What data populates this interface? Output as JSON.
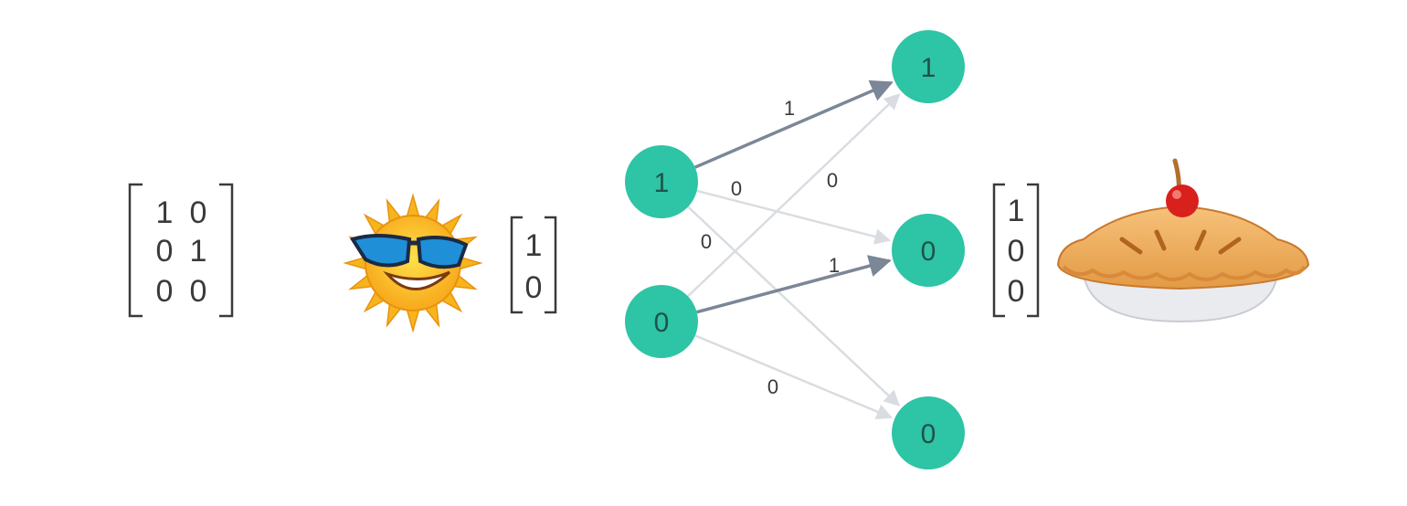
{
  "weight_matrix": {
    "rows": [
      [
        "1",
        "0"
      ],
      [
        "0",
        "1"
      ],
      [
        "0",
        "0"
      ]
    ]
  },
  "input_vector": {
    "values": [
      "1",
      "0"
    ]
  },
  "output_vector": {
    "values": [
      "1",
      "0",
      "0"
    ]
  },
  "icons": {
    "input": "sun-with-sunglasses-icon",
    "output": "pie-icon"
  },
  "network": {
    "input_nodes": [
      "1",
      "0"
    ],
    "output_nodes": [
      "1",
      "0",
      "0"
    ],
    "edges": [
      {
        "from": 0,
        "to": 0,
        "weight": "1",
        "active": true
      },
      {
        "from": 0,
        "to": 1,
        "weight": "0",
        "active": false
      },
      {
        "from": 0,
        "to": 2,
        "weight": "0",
        "active": false
      },
      {
        "from": 1,
        "to": 0,
        "weight": "0",
        "active": false
      },
      {
        "from": 1,
        "to": 1,
        "weight": "1",
        "active": true
      },
      {
        "from": 1,
        "to": 2,
        "weight": "0",
        "active": false
      }
    ]
  },
  "colors": {
    "node": "#2ec4a6",
    "active_edge": "#7b8797",
    "inactive_edge": "#d9dde1",
    "text": "#3a3a3a"
  }
}
